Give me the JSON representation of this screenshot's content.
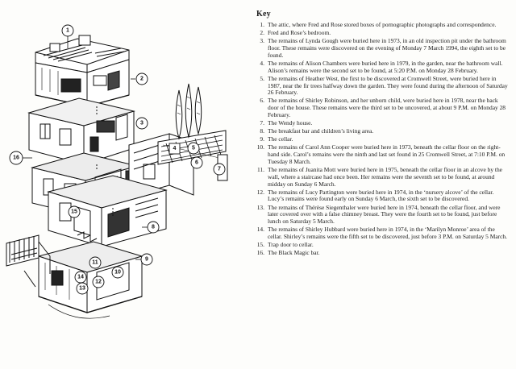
{
  "key": {
    "title": "Key",
    "items": [
      {
        "n": "1.",
        "text": "The attic, where Fred and Rose stored boxes of pornographic photographs and correspondence."
      },
      {
        "n": "2.",
        "text": "Fred and Rose’s bedroom."
      },
      {
        "n": "3.",
        "text": "The remains of Lynda Gough were buried here in 1973, in an old inspection pit under the bathroom floor. These remains were discovered on the evening of Monday 7 March 1994, the eighth set to be found."
      },
      {
        "n": "4.",
        "text": "The remains of Alison Chambers were buried here in 1979, in the garden, near the bathroom wall. Alison’s remains were the second set to be found, at 5:20 P.M. on Monday 28 February."
      },
      {
        "n": "5.",
        "text": "The remains of Heather West, the first to be discovered at Cromwell Street, were buried here in 1987, near the fir trees halfway down the garden. They were found during the afternoon of Saturday 26 February."
      },
      {
        "n": "6.",
        "text": "The remains of Shirley Robinson, and her unborn child, were buried here in 1978, near the back door of the house. These remains were the third set to be uncovered, at about 9 P.M. on Monday 28 February."
      },
      {
        "n": "7.",
        "text": "The Wendy house."
      },
      {
        "n": "8.",
        "text": "The breakfast bar and children’s living area."
      },
      {
        "n": "9.",
        "text": "The cellar."
      },
      {
        "n": "10.",
        "text": "The remains of Carol Ann Cooper were buried here in 1973, beneath the cellar floor on the right-hand side. Carol’s remains were the ninth and last set found in 25 Cromwell Street, at 7:10 P.M. on Tuesday 8 March."
      },
      {
        "n": "11.",
        "text": "The remains of Juanita Mott were buried here in 1975, beneath the cellar floor in an alcove by the wall, where a staircase had once been. Her remains were the seventh set to be found, at around midday on Sunday 6 March."
      },
      {
        "n": "12.",
        "text": "The remains of Lucy Partington were buried here in 1974, in the ‘nursery alcove’ of the cellar. Lucy’s remains were found early on Sunday 6 March, the sixth set to be discovered."
      },
      {
        "n": "13.",
        "text": "The remains of Thérèse Siegenthaler were buried here in 1974, beneath the cellar floor, and were later covered over with a false chimney breast. They were the fourth set to be found, just before lunch on Saturday 5 March."
      },
      {
        "n": "14.",
        "text": "The remains of Shirley Hubbard were buried here in 1974, in the ‘Marilyn Monroe’ area of the cellar. Shirley’s remains were the fifth set to be discovered, just before 3 P.M. on Saturday 5 March."
      },
      {
        "n": "15.",
        "text": "Trap door to cellar."
      },
      {
        "n": "16.",
        "text": "The Black Magic bar."
      }
    ]
  },
  "callouts": [
    "1",
    "2",
    "3",
    "4",
    "5",
    "6",
    "7",
    "8",
    "9",
    "10",
    "11",
    "12",
    "13",
    "14",
    "15",
    "16"
  ]
}
